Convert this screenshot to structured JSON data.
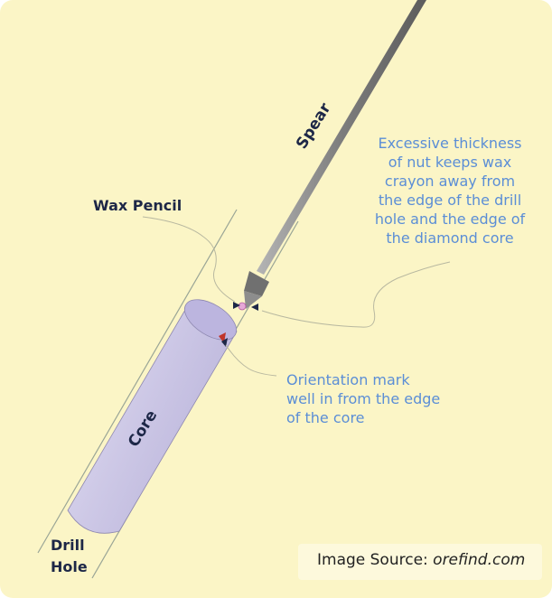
{
  "labels": {
    "spear": "Spear",
    "wax_pencil": "Wax Pencil",
    "core": "Core",
    "drill_hole": [
      "Drill",
      "Hole"
    ]
  },
  "notes": {
    "thickness_note": [
      "Excessive thickness",
      "of nut keeps wax",
      "crayon away from",
      "the edge of the drill",
      "hole and the edge of",
      "the diamond core"
    ],
    "orientation_note": [
      "Orientation mark",
      "well in from the edge",
      "of the core"
    ]
  },
  "source": {
    "prefix": "Image Source:",
    "site": "orefind.com"
  },
  "colors": {
    "background": "#fbf5c6",
    "core_fill": "#cfcbe6",
    "core_top": "#bdb6e0",
    "spear": "#8a8a8a",
    "label_dark": "#1d2747",
    "note_blue": "#5b8ed6"
  }
}
